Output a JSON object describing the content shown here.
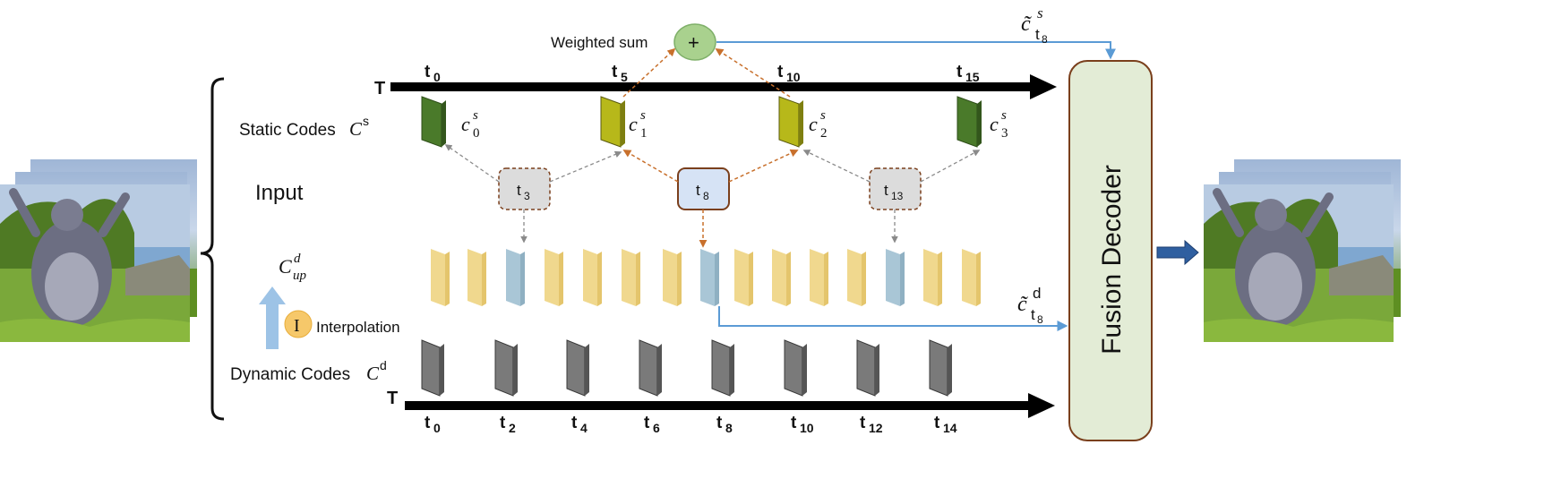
{
  "colors": {
    "static_dark": "#4a7a2a",
    "static_olive": "#b7b81a",
    "dynamic_gray": "#7a7a7a",
    "upsampled_yellow": "#f0d88e",
    "upsampled_blue": "#a9c6d6",
    "arrow_brown": "#c8702c",
    "arrow_gray": "#8a8a8a",
    "arrow_blue": "#5b9bd5",
    "decoder_fill": "#e3ecd6",
    "decoder_stroke": "#7a3f1c",
    "sum_fill": "#a9d18e",
    "interp_fill": "#f6c86a",
    "up_arrow": "#9dc3e6"
  },
  "labels": {
    "weighted_sum": "Weighted sum",
    "sum_symbol": "+",
    "static_codes": "Static Codes",
    "static_codes_symbol": "C",
    "static_codes_sup": "s",
    "input": "Input",
    "c_up": "C",
    "c_up_sup": "d",
    "c_up_sub": "up",
    "interpolation": "Interpolation",
    "interp_symbol": "I",
    "dynamic_codes": "Dynamic Codes",
    "dynamic_codes_symbol": "C",
    "dynamic_codes_sup": "d",
    "fusion_decoder": "Fusion Decoder",
    "tilde_c": "c̃",
    "tilde_c_s_sup": "s",
    "tilde_c_d_sup": "d",
    "tilde_sub": "t",
    "tilde_sub_sub": "8",
    "axis_T": "T"
  },
  "top_axis_ticks": [
    {
      "base": "t",
      "sub": "0"
    },
    {
      "base": "t",
      "sub": "5"
    },
    {
      "base": "t",
      "sub": "10"
    },
    {
      "base": "t",
      "sub": "15"
    }
  ],
  "bottom_axis_ticks": [
    {
      "base": "t",
      "sub": "0"
    },
    {
      "base": "t",
      "sub": "2"
    },
    {
      "base": "t",
      "sub": "4"
    },
    {
      "base": "t",
      "sub": "6"
    },
    {
      "base": "t",
      "sub": "8"
    },
    {
      "base": "t",
      "sub": "10"
    },
    {
      "base": "t",
      "sub": "12"
    },
    {
      "base": "t",
      "sub": "14"
    }
  ],
  "static_code_labels": [
    {
      "base": "c",
      "sub": "0",
      "sup": "s"
    },
    {
      "base": "c",
      "sub": "1",
      "sup": "s"
    },
    {
      "base": "c",
      "sub": "2",
      "sup": "s"
    },
    {
      "base": "c",
      "sub": "3",
      "sup": "s"
    }
  ],
  "input_nodes": [
    {
      "base": "t",
      "sub": "3"
    },
    {
      "base": "t",
      "sub": "8"
    },
    {
      "base": "t",
      "sub": "13"
    }
  ]
}
